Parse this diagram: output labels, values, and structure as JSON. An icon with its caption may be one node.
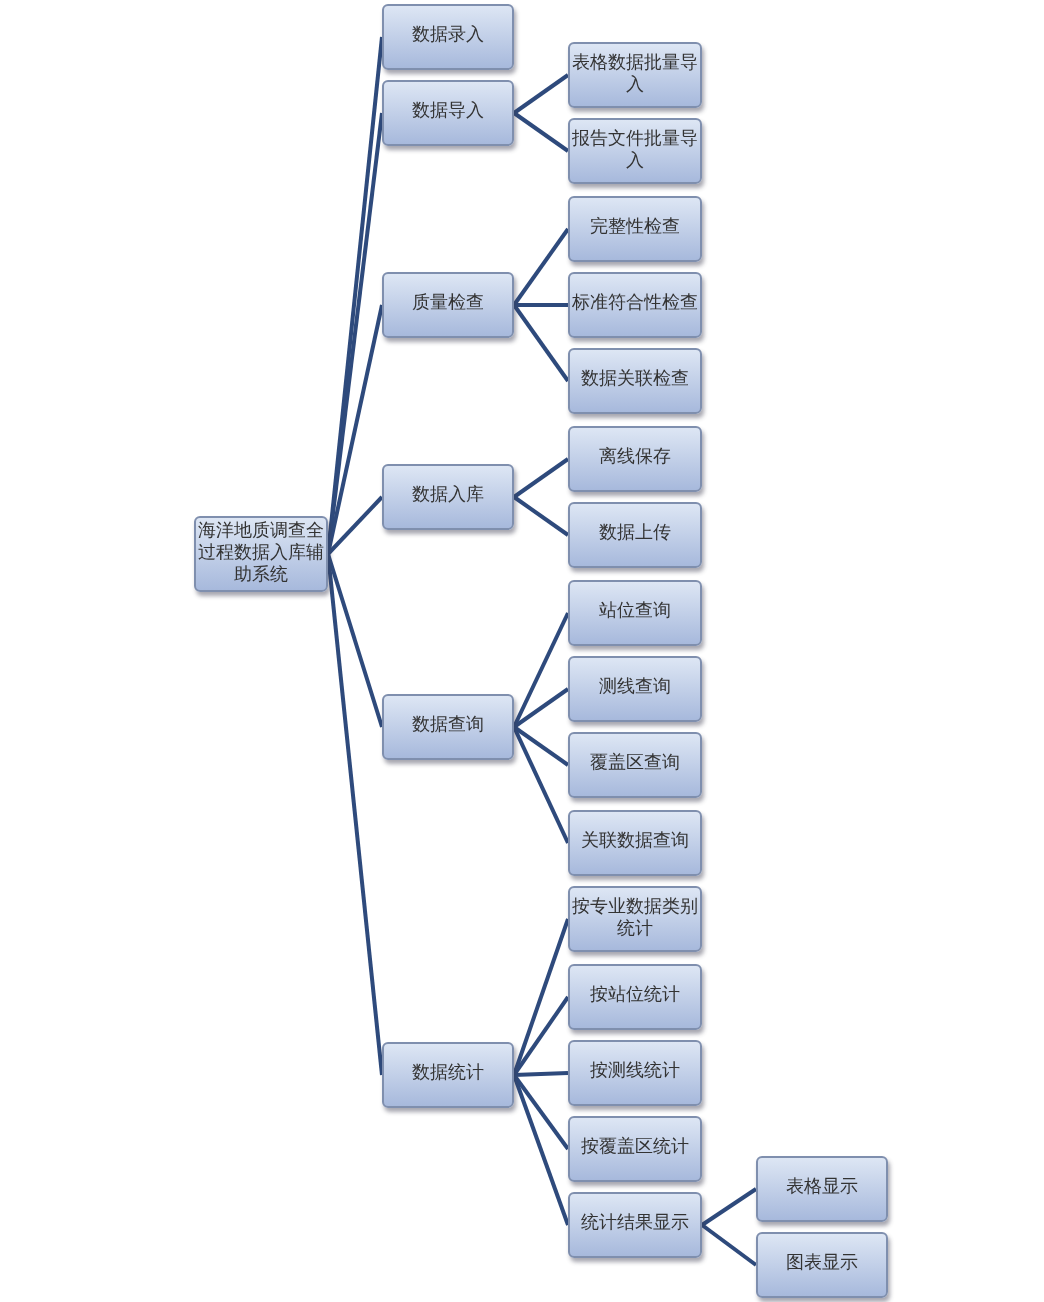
{
  "diagram": {
    "nodes": [
      {
        "text": [
          "海洋地质调查全过程数据入库辅助系统"
        ]
      },
      {
        "text": [
          "数据录入"
        ]
      },
      {
        "text": [
          "数据导入"
        ]
      },
      {
        "text": [
          "表格数据批量导入"
        ]
      },
      {
        "text": [
          "报告文件批量导入"
        ]
      },
      {
        "text": [
          "质量检查"
        ]
      },
      {
        "text": [
          "完整性检查"
        ]
      },
      {
        "text": [
          "标准符合性检查"
        ]
      },
      {
        "text": [
          "数据关联检查"
        ]
      },
      {
        "text": [
          "数据入库"
        ]
      },
      {
        "text": [
          "离线保存"
        ]
      },
      {
        "text": [
          "数据上传"
        ]
      },
      {
        "text": [
          "数据查询"
        ]
      },
      {
        "text": [
          "站位查询"
        ]
      },
      {
        "text": [
          "测线查询"
        ]
      },
      {
        "text": [
          "覆盖区查询"
        ]
      },
      {
        "text": [
          "关联数据查询"
        ]
      },
      {
        "text": [
          "数据统计"
        ]
      },
      {
        "text": [
          "按专业数据类别统计"
        ]
      },
      {
        "text": [
          "按站位统计"
        ]
      },
      {
        "text": [
          "按测线统计"
        ]
      },
      {
        "text": [
          "按覆盖区统计"
        ]
      },
      {
        "text": [
          "统计结果显示"
        ]
      },
      {
        "text": [
          "表格显示"
        ]
      },
      {
        "text": [
          "图表显示"
        ]
      }
    ],
    "edges": [
      {
        "from": 0,
        "to": 1,
        "arrow": "none"
      },
      {
        "from": 0,
        "to": 2,
        "arrow": "none"
      },
      {
        "from": 0,
        "to": 5,
        "arrow": "none"
      },
      {
        "from": 0,
        "to": 9,
        "arrow": "none"
      },
      {
        "from": 0,
        "to": 12,
        "arrow": "none"
      },
      {
        "from": 0,
        "to": 17,
        "arrow": "none"
      },
      {
        "from": 2,
        "to": 3,
        "arrow": "none"
      },
      {
        "from": 2,
        "to": 4,
        "arrow": "none"
      },
      {
        "from": 5,
        "to": 6,
        "arrow": "none"
      },
      {
        "from": 5,
        "to": 7,
        "arrow": "none"
      },
      {
        "from": 5,
        "to": 8,
        "arrow": "none"
      },
      {
        "from": 9,
        "to": 10,
        "arrow": "none"
      },
      {
        "from": 9,
        "to": 11,
        "arrow": "none"
      },
      {
        "from": 12,
        "to": 13,
        "arrow": "none"
      },
      {
        "from": 12,
        "to": 14,
        "arrow": "none"
      },
      {
        "from": 12,
        "to": 15,
        "arrow": "none"
      },
      {
        "from": 12,
        "to": 16,
        "arrow": "none"
      },
      {
        "from": 17,
        "to": 18,
        "arrow": "none"
      },
      {
        "from": 17,
        "to": 19,
        "arrow": "none"
      },
      {
        "from": 17,
        "to": 20,
        "arrow": "none"
      },
      {
        "from": 17,
        "to": 21,
        "arrow": "none"
      },
      {
        "from": 17,
        "to": 22,
        "arrow": "none"
      },
      {
        "from": 22,
        "to": 23,
        "arrow": "none"
      },
      {
        "from": 22,
        "to": 24,
        "arrow": "none"
      }
    ]
  }
}
